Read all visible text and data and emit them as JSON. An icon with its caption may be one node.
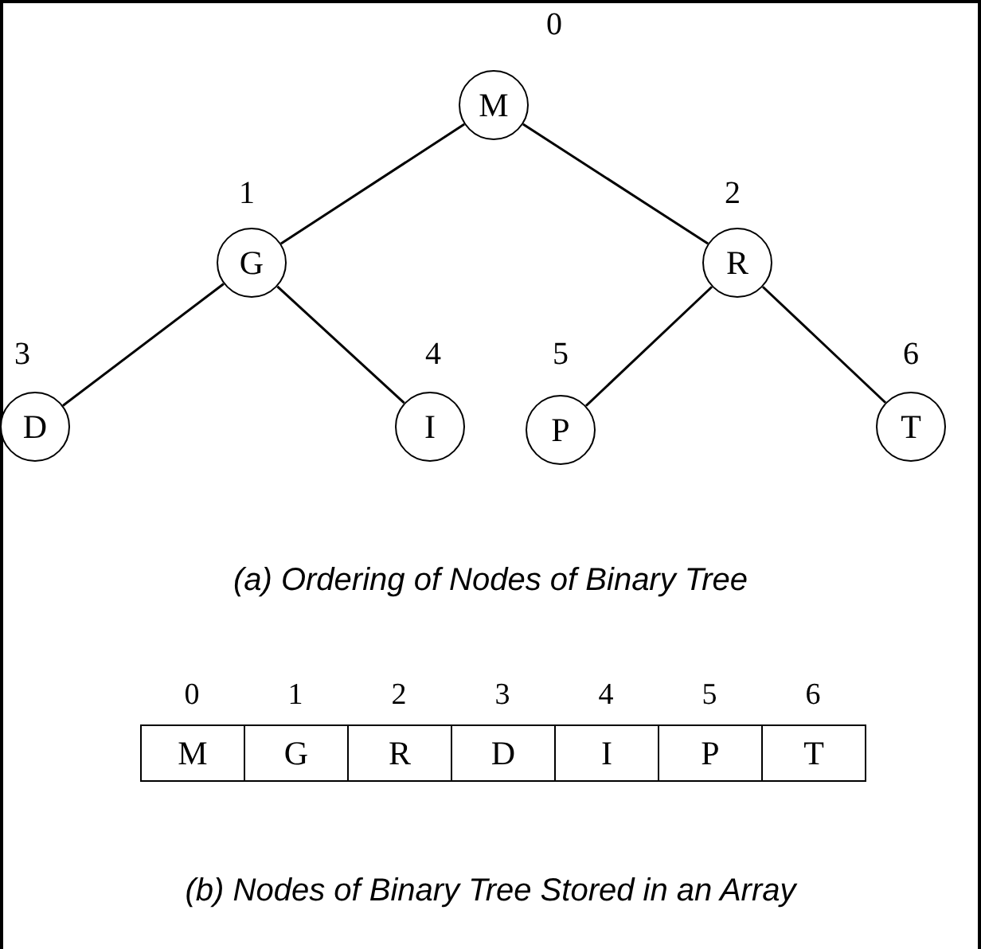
{
  "diagram": {
    "nodes": [
      {
        "text": [
          "M"
        ],
        "beside": [
          "0"
        ]
      },
      {
        "text": [
          "G"
        ],
        "beside": [
          "1"
        ]
      },
      {
        "text": [
          "R"
        ],
        "beside": [
          "2"
        ]
      },
      {
        "text": [
          "D"
        ],
        "beside": [
          "3"
        ]
      },
      {
        "text": [
          "I"
        ],
        "beside": [
          "4"
        ]
      },
      {
        "text": [
          "P"
        ],
        "beside": [
          "5"
        ]
      },
      {
        "text": [
          "T"
        ],
        "beside": [
          "6"
        ]
      }
    ],
    "edges": [
      {
        "from": 0,
        "to": 1,
        "arrow": "none"
      },
      {
        "from": 0,
        "to": 2,
        "arrow": "none"
      },
      {
        "from": 1,
        "to": 3,
        "arrow": "none"
      },
      {
        "from": 1,
        "to": 4,
        "arrow": "none"
      },
      {
        "from": 2,
        "to": 5,
        "arrow": "none"
      },
      {
        "from": 2,
        "to": 6,
        "arrow": "none"
      }
    ],
    "labels": [
      "(a)  Ordering of Nodes of Binary Tree",
      "0",
      "1",
      "2",
      "3",
      "4",
      "5",
      "6",
      "M",
      "G",
      "R",
      "D",
      "I",
      "P",
      "T",
      "(b)  Nodes of Binary Tree Stored in an Array"
    ]
  }
}
